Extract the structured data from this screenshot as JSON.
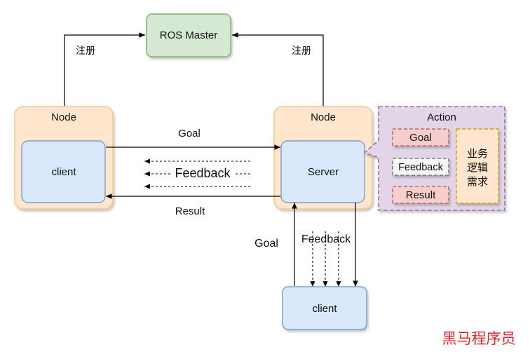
{
  "diagram": {
    "ros_master": {
      "label": "ROS Master"
    },
    "register_left": "注册",
    "register_right": "注册",
    "left_node": {
      "title": "Node",
      "client_label": "client"
    },
    "right_node": {
      "title": "Node",
      "server_label": "Server"
    },
    "arrows": {
      "goal_top": "Goal",
      "feedback_mid": "Feedback",
      "result": "Result",
      "goal_vertical": "Goal",
      "feedback_vertical": "Feedback"
    },
    "bottom_client": {
      "label": "client"
    },
    "action_panel": {
      "title": "Action",
      "goal": "Goal",
      "feedback": "Feedback",
      "result": "Result",
      "business_logic": [
        "业务",
        "逻辑",
        "需求"
      ]
    },
    "watermark": "黑马程序员"
  },
  "colors": {
    "master_fill": "#d5e8d4",
    "master_stroke": "#82b366",
    "node_fill": "#ffe6cc",
    "node_stroke": "#f5c78a",
    "client_fill": "#dae8fc",
    "client_stroke": "#6c8ebf",
    "action_fill": "#e1d5e7",
    "action_stroke": "#9673a6",
    "red_fill": "#f8cecc",
    "red_stroke": "#b85450",
    "orange_fill": "#ffe6cc",
    "orange_stroke": "#d79b00",
    "watermark": "#e0242b"
  }
}
